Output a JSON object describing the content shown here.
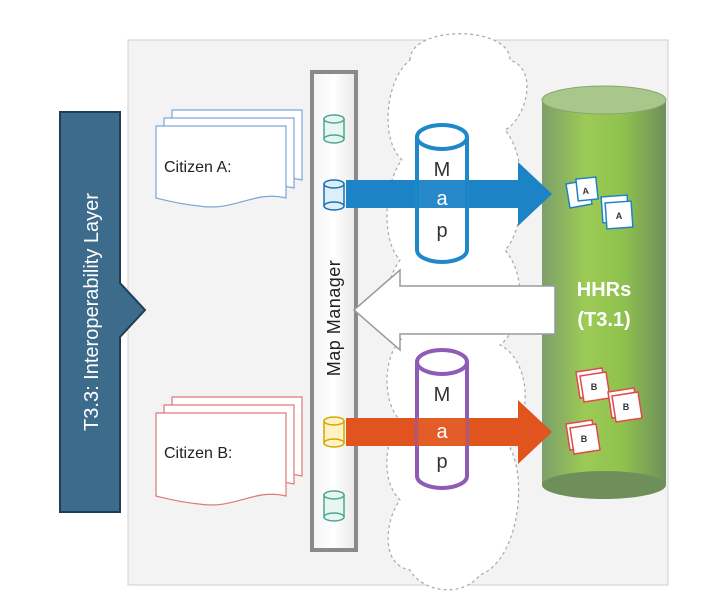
{
  "layer": {
    "label": "T3.3: Interoperability Layer"
  },
  "citizens": [
    {
      "label": "Citizen A:",
      "color": "#7aa6d8"
    },
    {
      "label": "Citizen B:",
      "color": "#e07878"
    }
  ],
  "map_manager": {
    "label": "Map Manager"
  },
  "maps": [
    {
      "letters": [
        "M",
        "a",
        "p"
      ],
      "color": "#1e88c8"
    },
    {
      "letters": [
        "M",
        "a",
        "p"
      ],
      "color": "#8e5bb5"
    }
  ],
  "hhrs": {
    "line1": "HHRs",
    "line2": "(T3.1)"
  },
  "doc_labels": {
    "a": "A",
    "b": "B"
  },
  "colors": {
    "layer_fill": "#3d6b8c",
    "arrow_a": "#1c83c7",
    "arrow_b": "#e2541e",
    "cylinder": "#8fc24e"
  }
}
